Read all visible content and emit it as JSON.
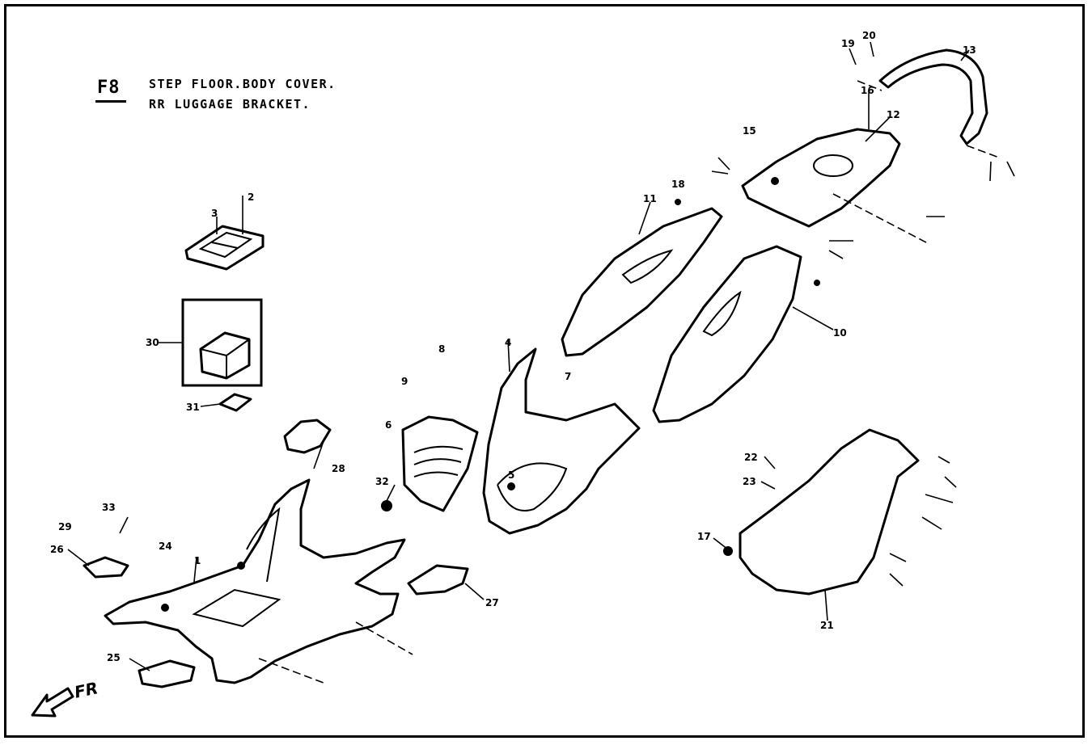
{
  "header": {
    "code": "F8",
    "line1": "STEP FLOOR.BODY COVER.",
    "line2": "RR LUGGAGE BRACKET."
  },
  "direction_label": "FR",
  "callouts": [
    "1",
    "2",
    "3",
    "4",
    "5",
    "6",
    "7",
    "8",
    "9",
    "10",
    "11",
    "12",
    "13",
    "15",
    "16",
    "17",
    "18",
    "19",
    "20",
    "21",
    "22",
    "23",
    "24",
    "25",
    "26",
    "27",
    "28",
    "29",
    "30",
    "31",
    "32",
    "33"
  ]
}
